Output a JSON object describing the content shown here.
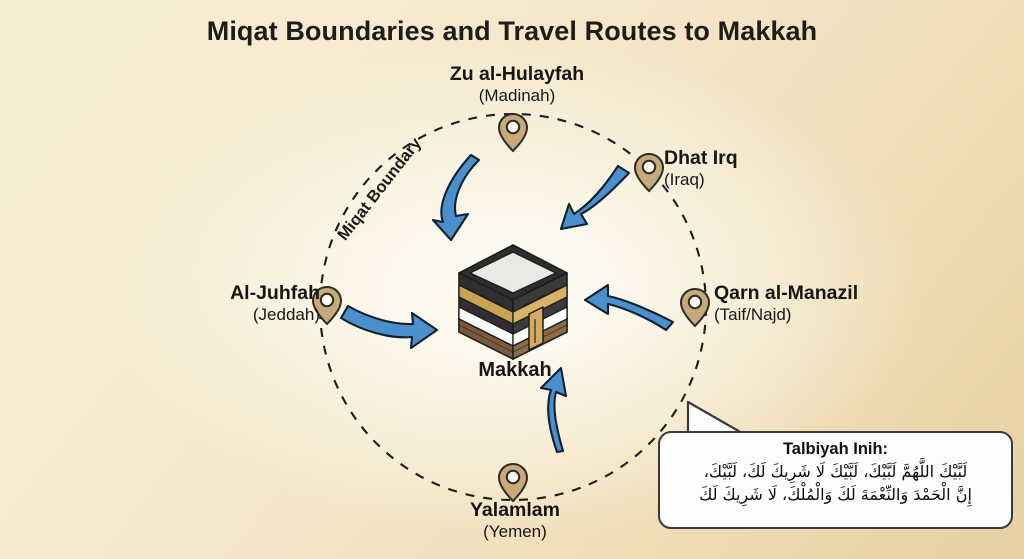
{
  "title": "Miqat Boundaries and Travel Routes to Makkah",
  "center": {
    "icon": "kaaba-icon",
    "label": "Makkah"
  },
  "boundary": {
    "label": "Miqat Boundary"
  },
  "miqats": [
    {
      "name": "Zu al-Hulayfah",
      "region": "(Madinah)",
      "pin": "map-pin-icon"
    },
    {
      "name": "Dhat Irq",
      "region": "(Iraq)",
      "pin": "map-pin-icon"
    },
    {
      "name": "Qarn al-Manazil",
      "region": "(Taif/Najd)",
      "pin": "map-pin-icon"
    },
    {
      "name": "Al-Juhfah",
      "region": "(Jeddah)",
      "pin": "map-pin-icon"
    },
    {
      "name": "Yalamlam",
      "region": "(Yemen)",
      "pin": "map-pin-icon"
    }
  ],
  "callout": {
    "heading": "Talbiyah Inih:",
    "line1": "لَبَّيْكَ اللَّهُمَّ لَبَّيْكَ، لَبَّيْكَ لَا شَرِيكَ لَكَ، لَبَّيْكَ،",
    "line2": "إِنَّ الْحَمْدَ وَالنِّعْمَةَ لَكَ وَالْمُلْكَ، لَا شَرِيكَ لَكَ"
  },
  "colors": {
    "background_light": "#f8efd2",
    "background_dark": "#e7d0a3",
    "pin_fill": "#c8a97a",
    "arrow_fill": "#4a90cd",
    "kaaba_black": "#2e2e2e",
    "kaaba_gold": "#c9a košt"
  }
}
